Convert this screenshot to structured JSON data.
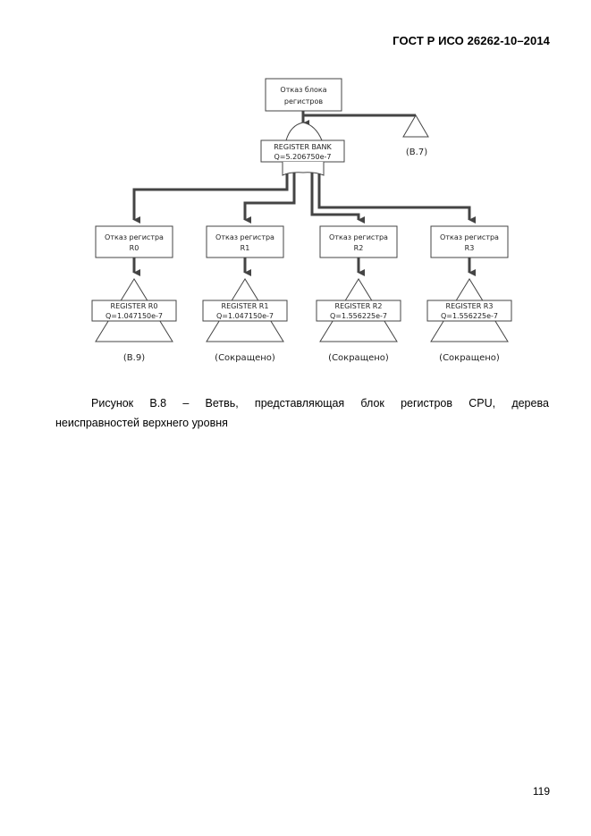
{
  "header": {
    "doc_id": "ГОСТ Р ИСО 26262-10–2014"
  },
  "diagram": {
    "top_event": {
      "line1": "Отказ блока",
      "line2": "регистров"
    },
    "transfer_top_ref": "(B.7)",
    "gate": {
      "name": "REGISTER BANK",
      "q": "Q=5.206750e-7"
    },
    "branches": [
      {
        "event_line1": "Отказ регистра",
        "event_line2": "R0",
        "name": "REGISTER R0",
        "q": "Q=1.047150e-7",
        "ref": "(B.9)"
      },
      {
        "event_line1": "Отказ регистра",
        "event_line2": "R1",
        "name": "REGISTER R1",
        "q": "Q=1.047150e-7",
        "ref": "(Сокращено)"
      },
      {
        "event_line1": "Отказ регистра",
        "event_line2": "R2",
        "name": "REGISTER R2",
        "q": "Q=1.556225e-7",
        "ref": "(Сокращено)"
      },
      {
        "event_line1": "Отказ регистра",
        "event_line2": "R3",
        "name": "REGISTER R3",
        "q": "Q=1.556225e-7",
        "ref": "(Сокращено)"
      }
    ]
  },
  "caption": {
    "words_line1": [
      "Рисунок",
      "В.8",
      "–",
      "Ветвь,",
      "представляющая",
      "блок",
      "регистров",
      "CPU,",
      "дерева"
    ],
    "line2": "неисправностей верхнего уровня"
  },
  "footer": {
    "page_number": "119"
  }
}
